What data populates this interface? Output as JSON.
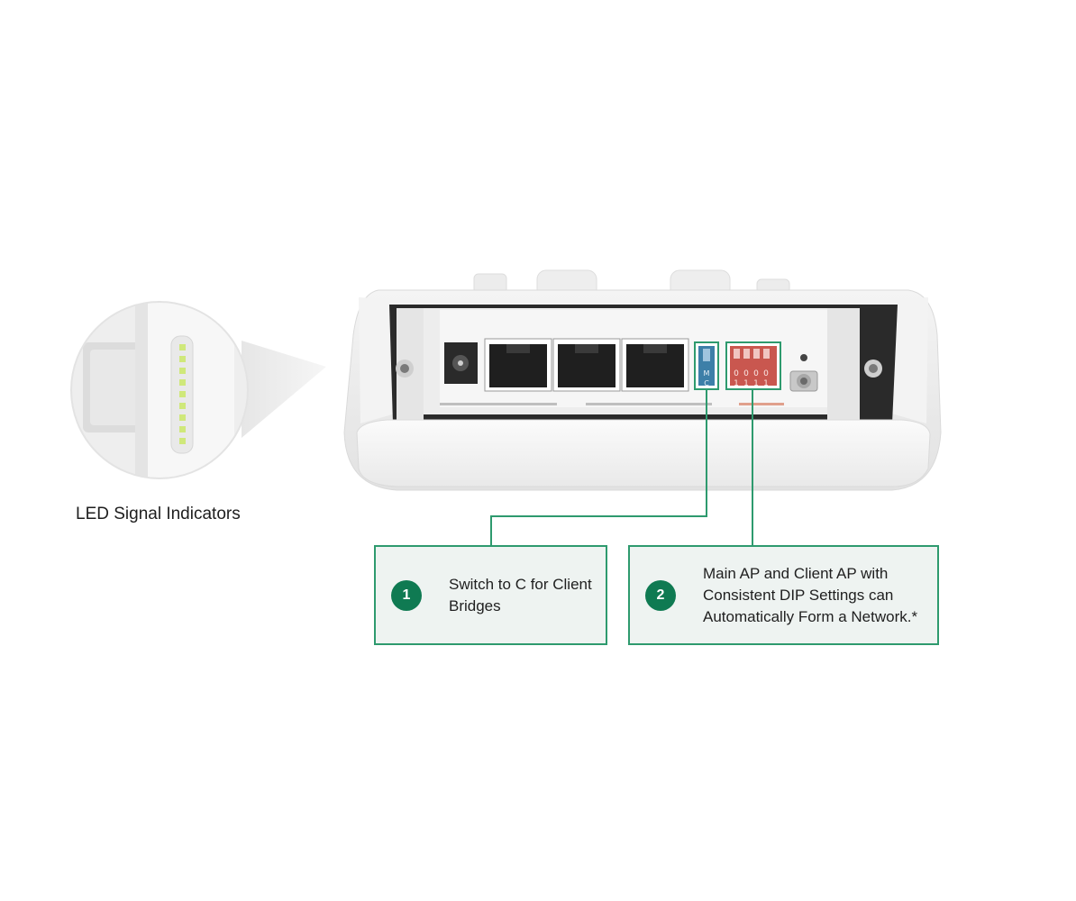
{
  "led_indicator": {
    "label": "LED Signal Indicators"
  },
  "device": {
    "switch_labels": [
      "M",
      "C"
    ],
    "dip_top_labels": [
      "0",
      "0",
      "0",
      "0"
    ],
    "dip_bottom_labels": [
      "1",
      "1",
      "1",
      "1"
    ],
    "accent_color": "#2e9a6e",
    "dip_color": "#c9574f",
    "switch_color": "#3d7fa8"
  },
  "callouts": [
    {
      "number": "1",
      "text": "Switch to C for Client\nBridges"
    },
    {
      "number": "2",
      "text": "Main AP and Client AP with\nConsistent DIP Settings can\nAutomatically Form a Network.*"
    }
  ]
}
